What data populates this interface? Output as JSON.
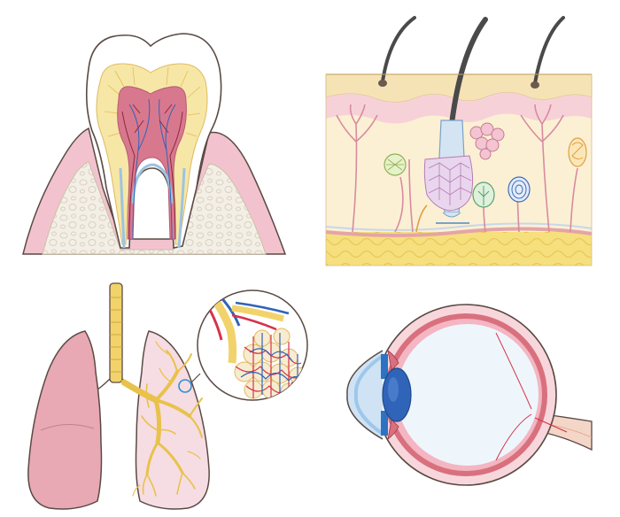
{
  "figure": {
    "panels": [
      {
        "name": "tooth-cross-section",
        "icon": "tooth-icon"
      },
      {
        "name": "skin-cross-section",
        "icon": "skin-icon"
      },
      {
        "name": "lungs-with-alveoli-magnified",
        "icon": "lungs-icon"
      },
      {
        "name": "eye-cross-section",
        "icon": "eye-icon"
      }
    ],
    "palette": {
      "outline": "#5a4a44",
      "enamel": "#ffffff",
      "dentin": "#f6e7a6",
      "pulp": "#d8788e",
      "gum": "#f2c3ce",
      "bone": "#f1ece2",
      "skin_epidermis": "#f6e3b5",
      "skin_dermis": "#fbf0d4",
      "skin_fat": "#f4dc73",
      "hair": "#4a4a4a",
      "artery": "#d6324a",
      "vein": "#2f64b8",
      "airway": "#f2d36b",
      "lung_left": "#e8a8b4",
      "lung_right": "#f6dde3",
      "sclera": "#f8d7dc",
      "vitreous": "#eef6fb",
      "iris": "#2f72c2",
      "cornea": "#9fc7ea",
      "nerve": "#f4d6c8"
    }
  }
}
